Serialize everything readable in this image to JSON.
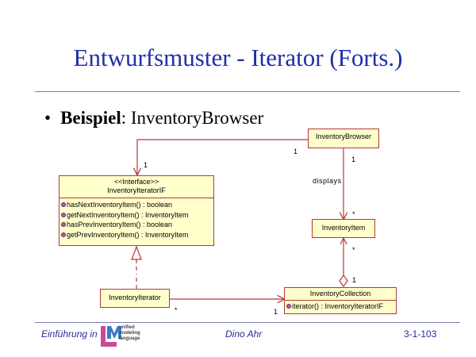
{
  "slide": {
    "title": "Entwurfsmuster - Iterator (Forts.)",
    "bullet_bold": "Beispiel",
    "bullet_rest": ": InventoryBrowser"
  },
  "classes": {
    "browser": {
      "name": "InventoryBrowser"
    },
    "iterator_if": {
      "stereotype": "<<Interface>>",
      "name": "InventoryIteratorIF",
      "operations": [
        "hasNextInventoryItem() : boolean",
        "getNextInventoryItem() : InventoryItem",
        "hasPrevInventoryItem() : boolean",
        "getPrevInventoryItem() : InventoryItem"
      ]
    },
    "item": {
      "name": "InventoryItem"
    },
    "iterator": {
      "name": "InventoryIterator"
    },
    "collection": {
      "name": "InventoryCollection",
      "operations": [
        "iterator() : InventoryIteratorIF"
      ]
    }
  },
  "associations": {
    "browser_iter_browser_end": "1",
    "browser_iter_if_end": "1",
    "displays_label": "displays",
    "displays_browser_end": "1",
    "displays_item_end": "*",
    "aggregation_item_end": "*",
    "aggregation_collection_end": "1",
    "iter_coll_iterator_end": "*",
    "iter_coll_collection_end": "1"
  },
  "footer": {
    "left": "Einführung in",
    "logo_lines": [
      "unified",
      "modeling",
      "language"
    ],
    "center": "Dino Ahr",
    "right": "3-1-103"
  }
}
